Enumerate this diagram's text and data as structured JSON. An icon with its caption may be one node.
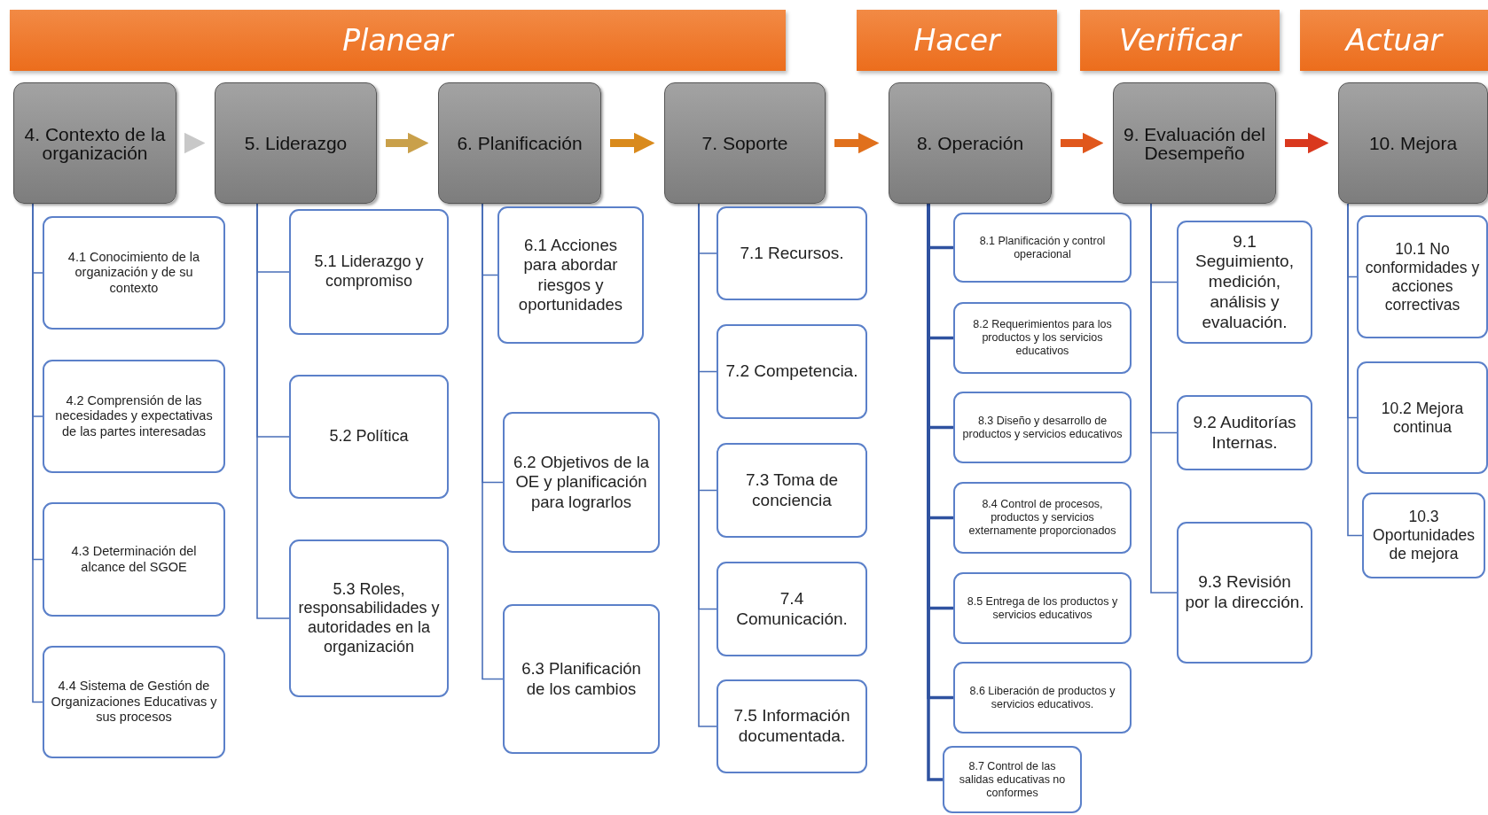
{
  "diagram": {
    "nodes": [
      {
        "text": [
          "Planear"
        ]
      },
      {
        "text": [
          "Hacer"
        ]
      },
      {
        "text": [
          "Verificar"
        ]
      },
      {
        "text": [
          "Actuar"
        ]
      },
      {
        "text": [
          "4. Contexto de la organización"
        ]
      },
      {
        "text": [
          "5. Liderazgo"
        ]
      },
      {
        "text": [
          "6. Planificación"
        ]
      },
      {
        "text": [
          "7. Soporte"
        ]
      },
      {
        "text": [
          "8. Operación"
        ]
      },
      {
        "text": [
          "9. Evaluación del Desempeño"
        ]
      },
      {
        "text": [
          "10. Mejora"
        ]
      },
      {
        "text": [
          "4.1 Conocimiento de la organización y de su contexto"
        ]
      },
      {
        "text": [
          "4.2 Comprensión de las necesidades y expectativas de las partes interesadas"
        ]
      },
      {
        "text": [
          "4.3 Determinación del alcance del SGOE"
        ]
      },
      {
        "text": [
          "4.4 Sistema de Gestión de Organizaciones Educativas y sus procesos"
        ]
      },
      {
        "text": [
          "5.1 Liderazgo y compromiso"
        ]
      },
      {
        "text": [
          "5.2 Política"
        ]
      },
      {
        "text": [
          "5.3 Roles, responsabilidades y autoridades en la organización"
        ]
      },
      {
        "text": [
          "6.1 Acciones para abordar riesgos y oportunidades"
        ]
      },
      {
        "text": [
          "6.2 Objetivos de la OE y planificación para lograrlos"
        ]
      },
      {
        "text": [
          "6.3 Planificación de los cambios"
        ]
      },
      {
        "text": [
          "7.1 Recursos."
        ]
      },
      {
        "text": [
          "7.2 Competencia."
        ]
      },
      {
        "text": [
          "7.3 Toma de conciencia"
        ]
      },
      {
        "text": [
          "7.4 Comunicación."
        ]
      },
      {
        "text": [
          "7.5 Información documentada."
        ]
      },
      {
        "text": [
          "8.1 Planificación y control operacional"
        ]
      },
      {
        "text": [
          "8.2 Requerimientos para los productos y los servicios educativos"
        ]
      },
      {
        "text": [
          "8.3 Diseño y desarrollo de productos y servicios educativos"
        ]
      },
      {
        "text": [
          "8.4 Control de procesos, productos y servicios externamente proporcionados"
        ]
      },
      {
        "text": [
          "8.5 Entrega de los productos y servicios educativos"
        ]
      },
      {
        "text": [
          "8.6 Liberación de productos y servicios educativos."
        ]
      },
      {
        "text": [
          "8.7 Control de las salidas educativas no conformes"
        ]
      },
      {
        "text": [
          "9.1 Seguimiento, medición, análisis y evaluación."
        ]
      },
      {
        "text": [
          "9.2 Auditorías Internas."
        ]
      },
      {
        "text": [
          "9.3 Revisión por la dirección."
        ]
      },
      {
        "text": [
          "10.1 No conformidades y acciones correctivas"
        ]
      },
      {
        "text": [
          "10.2 Mejora continua"
        ]
      },
      {
        "text": [
          "10.3 Oportunidades de mejora"
        ]
      }
    ],
    "edges": [
      {
        "from": 4,
        "to": 5,
        "arrow": "to",
        "style": "thick",
        "color": "#c8c8c8"
      },
      {
        "from": 5,
        "to": 6,
        "arrow": "to",
        "style": "thick",
        "color": "#c9a04a"
      },
      {
        "from": 6,
        "to": 7,
        "arrow": "to",
        "style": "thick",
        "color": "#d98a1c"
      },
      {
        "from": 7,
        "to": 8,
        "arrow": "to",
        "style": "thick",
        "color": "#e0701c"
      },
      {
        "from": 8,
        "to": 9,
        "arrow": "to",
        "style": "thick",
        "color": "#e0571c"
      },
      {
        "from": 9,
        "to": 10,
        "arrow": "to",
        "style": "thick",
        "color": "#d9381e"
      },
      {
        "from": 4,
        "to": 11,
        "arrow": "none"
      },
      {
        "from": 4,
        "to": 12,
        "arrow": "none"
      },
      {
        "from": 4,
        "to": 13,
        "arrow": "none"
      },
      {
        "from": 4,
        "to": 14,
        "arrow": "none"
      },
      {
        "from": 5,
        "to": 15,
        "arrow": "none"
      },
      {
        "from": 5,
        "to": 16,
        "arrow": "none"
      },
      {
        "from": 5,
        "to": 17,
        "arrow": "none"
      },
      {
        "from": 6,
        "to": 18,
        "arrow": "none"
      },
      {
        "from": 6,
        "to": 19,
        "arrow": "none"
      },
      {
        "from": 6,
        "to": 20,
        "arrow": "none"
      },
      {
        "from": 7,
        "to": 21,
        "arrow": "none"
      },
      {
        "from": 7,
        "to": 22,
        "arrow": "none"
      },
      {
        "from": 7,
        "to": 23,
        "arrow": "none"
      },
      {
        "from": 7,
        "to": 24,
        "arrow": "none"
      },
      {
        "from": 7,
        "to": 25,
        "arrow": "none"
      },
      {
        "from": 8,
        "to": 26,
        "arrow": "none",
        "color": "#2f52a0"
      },
      {
        "from": 8,
        "to": 27,
        "arrow": "none",
        "color": "#2f52a0"
      },
      {
        "from": 8,
        "to": 28,
        "arrow": "none",
        "color": "#2f52a0"
      },
      {
        "from": 8,
        "to": 29,
        "arrow": "none",
        "color": "#2f52a0"
      },
      {
        "from": 8,
        "to": 30,
        "arrow": "none",
        "color": "#2f52a0"
      },
      {
        "from": 8,
        "to": 31,
        "arrow": "none",
        "color": "#2f52a0"
      },
      {
        "from": 8,
        "to": 32,
        "arrow": "none",
        "color": "#2f52a0"
      },
      {
        "from": 9,
        "to": 33,
        "arrow": "none"
      },
      {
        "from": 9,
        "to": 34,
        "arrow": "none"
      },
      {
        "from": 9,
        "to": 35,
        "arrow": "none"
      },
      {
        "from": 10,
        "to": 36,
        "arrow": "none"
      },
      {
        "from": 10,
        "to": 37,
        "arrow": "none"
      },
      {
        "from": 10,
        "to": 38,
        "arrow": "none"
      }
    ]
  }
}
